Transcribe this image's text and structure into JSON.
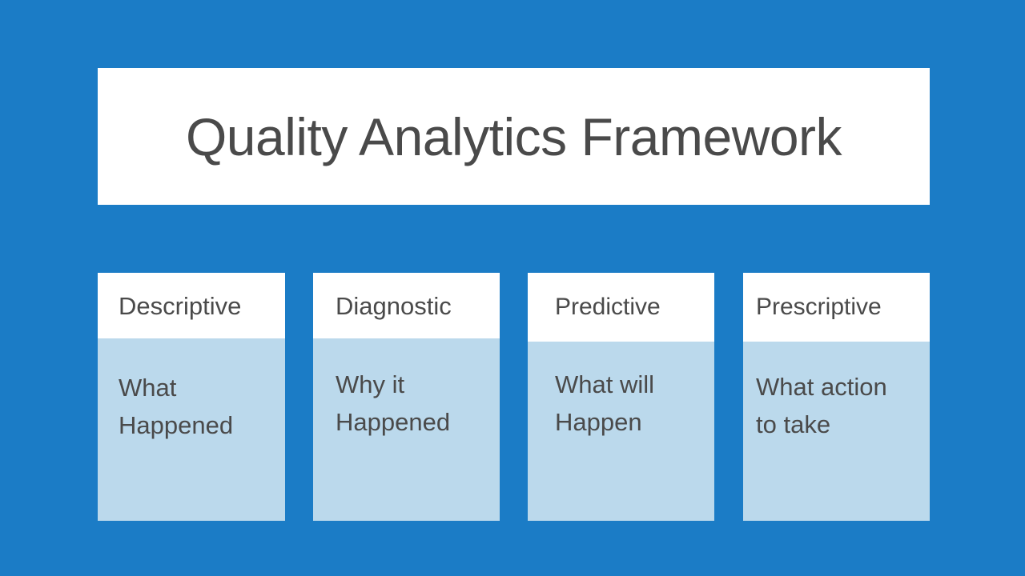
{
  "slide": {
    "background_color": "#1B7CC6",
    "title": "Quality Analytics Framework",
    "title_color": "#4A4A4A",
    "title_panel_color": "#FFFFFF"
  },
  "cards": [
    {
      "header": "Descriptive",
      "body": "What\nHappened",
      "header_bg": "#FFFFFF",
      "body_bg": "#BBD9EC",
      "text_color": "#4A4A4A"
    },
    {
      "header": "Diagnostic",
      "body": "Why it\nHappened",
      "header_bg": "#FFFFFF",
      "body_bg": "#BBD9EC",
      "text_color": "#4A4A4A"
    },
    {
      "header": "Predictive",
      "body": "What will\nHappen",
      "header_bg": "#FFFFFF",
      "body_bg": "#BBD9EC",
      "text_color": "#4A4A4A"
    },
    {
      "header": "Prescriptive",
      "body": "What action\nto take",
      "header_bg": "#FFFFFF",
      "body_bg": "#BBD9EC",
      "text_color": "#4A4A4A"
    }
  ]
}
